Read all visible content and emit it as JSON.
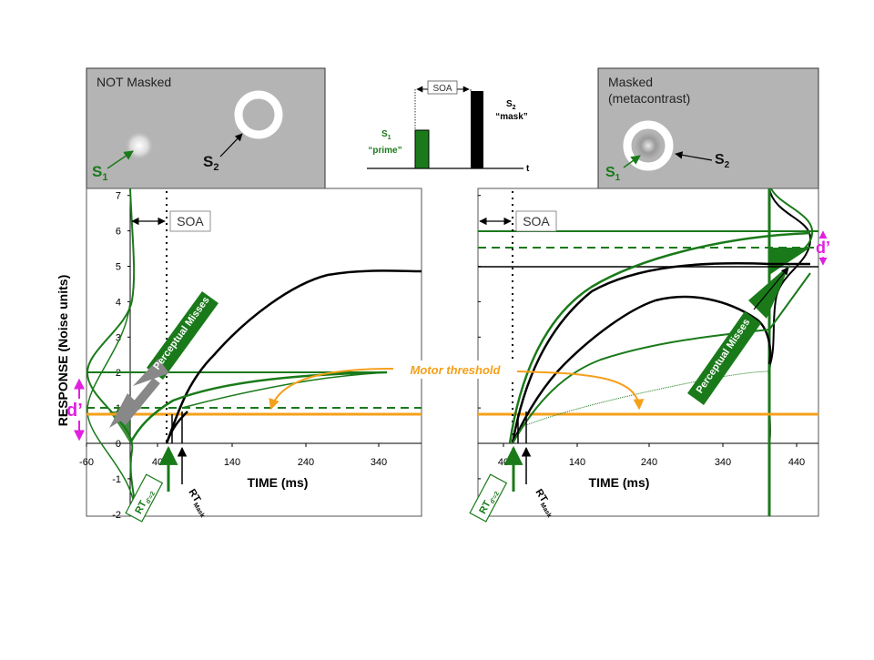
{
  "left_panel": {
    "title": "NOT Masked",
    "s1_label": "S",
    "s1_sub": "1",
    "s2_label": "S",
    "s2_sub": "2"
  },
  "right_panel": {
    "title_line1": "Masked",
    "title_line2": "(metacontrast)",
    "s1_label": "S",
    "s1_sub": "1",
    "s2_label": "S",
    "s2_sub": "2"
  },
  "timeline": {
    "soa_label": "SOA",
    "s1_label": "S",
    "s1_sub": "1",
    "s1_caption": "“prime”",
    "s2_label": "S",
    "s2_sub": "2",
    "s2_caption": "“mask”",
    "t_label": "t"
  },
  "left_plot": {
    "y_ticks": [
      "7",
      "6",
      "5",
      "4",
      "3",
      "2",
      "1",
      "0",
      "-1",
      "-2"
    ],
    "x_ticks": [
      "-60",
      "40",
      "140",
      "240",
      "340"
    ],
    "x_label": "TIME (ms)",
    "y_label": "RESPONSE (Noise units)",
    "soa_label": "SOA",
    "d_prime": "d’",
    "perceptual_misses": "Perceptual Misses",
    "rt_d": "RT",
    "rt_d_sub": "d'=2",
    "rt_mask": "RT",
    "rt_mask_sub": "Mask"
  },
  "right_plot": {
    "x_ticks": [
      "40",
      "140",
      "240",
      "340",
      "440"
    ],
    "x_label": "TIME (ms)",
    "soa_label": "SOA",
    "d_prime": "d’",
    "perceptual_misses": "Perceptual Misses",
    "rt_d": "RT",
    "rt_d_sub": "d'=2",
    "rt_mask": "RT",
    "rt_mask_sub": "Mask"
  },
  "motor_threshold_label": "Motor threshold",
  "colors": {
    "green": "#1a7a1a",
    "dark_green": "#156f15",
    "orange": "#f5a01a",
    "magenta": "#e020e0",
    "panel_gray": "#b4b4b4"
  }
}
